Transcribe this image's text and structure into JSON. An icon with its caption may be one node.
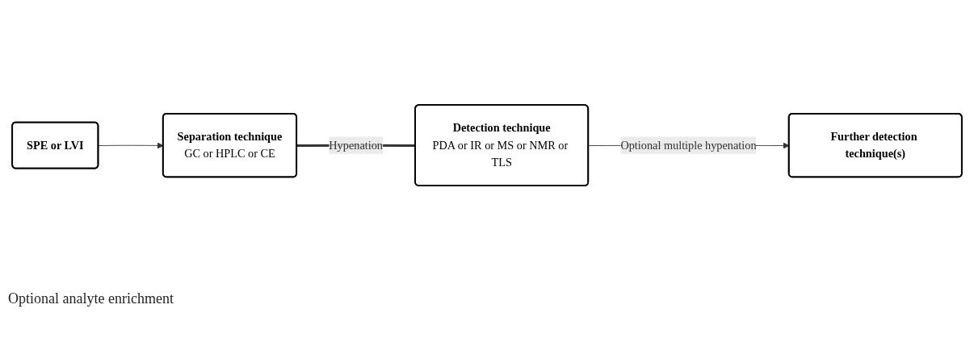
{
  "diagram": {
    "nodes": [
      {
        "text": [
          "SPE or LVI"
        ]
      },
      {
        "text": [
          "Separation technique",
          "GC or HPLC or CE"
        ]
      },
      {
        "text": [
          "Detection technique",
          "PDA or IR or MS or NMR or TLS"
        ]
      },
      {
        "text": [
          "Further detection technique(s)"
        ]
      }
    ],
    "edges": [
      {
        "from": 0,
        "to": 1,
        "arrow": "to"
      },
      {
        "from": 1,
        "to": 2,
        "arrow": "none",
        "label": "Hypenation",
        "style": "thick"
      },
      {
        "from": 2,
        "to": 3,
        "arrow": "to",
        "label": "Optional multiple hypenation"
      }
    ],
    "labels": [
      "Optional analyte enrichment"
    ]
  }
}
